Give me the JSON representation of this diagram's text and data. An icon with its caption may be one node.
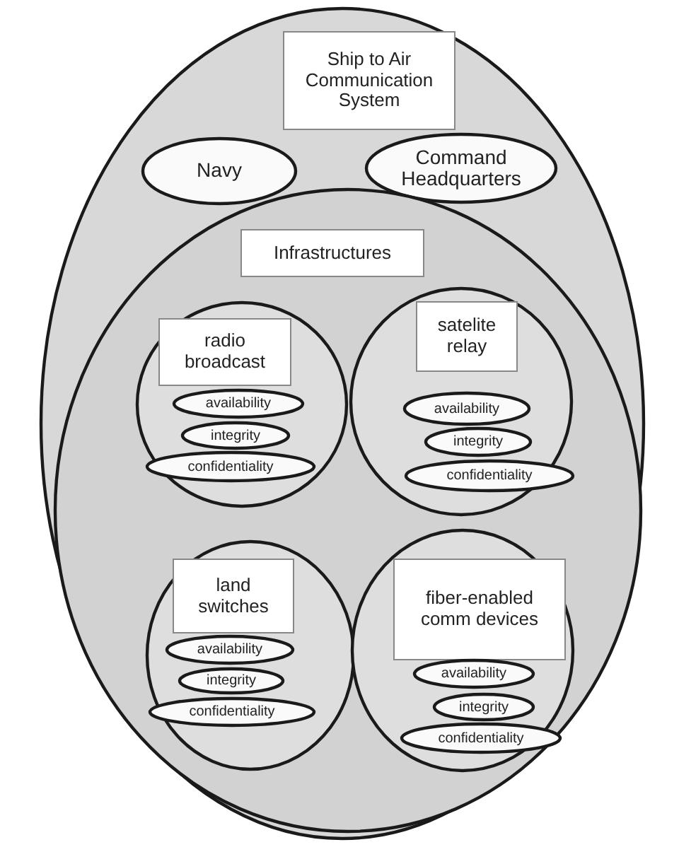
{
  "diagram": {
    "nodes": [
      {
        "text": [
          "Ship to Air Communication System"
        ]
      },
      {
        "text": [
          "Navy"
        ],
        "in": 0
      },
      {
        "text": [
          "Command Headquarters"
        ],
        "in": 0
      },
      {
        "text": [
          "Infrastructures"
        ],
        "in": 0
      },
      {
        "text": [
          "radio broadcast"
        ],
        "in": 3
      },
      {
        "text": [
          "availability"
        ],
        "in": 4
      },
      {
        "text": [
          "integrity"
        ],
        "in": 4
      },
      {
        "text": [
          "confidentiality"
        ],
        "in": 4
      },
      {
        "text": [
          "satelite relay"
        ],
        "in": 3
      },
      {
        "text": [
          "availability"
        ],
        "in": 8
      },
      {
        "text": [
          "integrity"
        ],
        "in": 8
      },
      {
        "text": [
          "confidentiality"
        ],
        "in": 8
      },
      {
        "text": [
          "land switches"
        ],
        "in": 3
      },
      {
        "text": [
          "availability"
        ],
        "in": 12
      },
      {
        "text": [
          "integrity"
        ],
        "in": 12
      },
      {
        "text": [
          "confidentiality"
        ],
        "in": 12
      },
      {
        "text": [
          "fiber-enabled comm devices"
        ],
        "in": 3
      },
      {
        "text": [
          "availability"
        ],
        "in": 16
      },
      {
        "text": [
          "integrity"
        ],
        "in": 16
      },
      {
        "text": [
          "confidentiality"
        ],
        "in": 16
      }
    ]
  }
}
